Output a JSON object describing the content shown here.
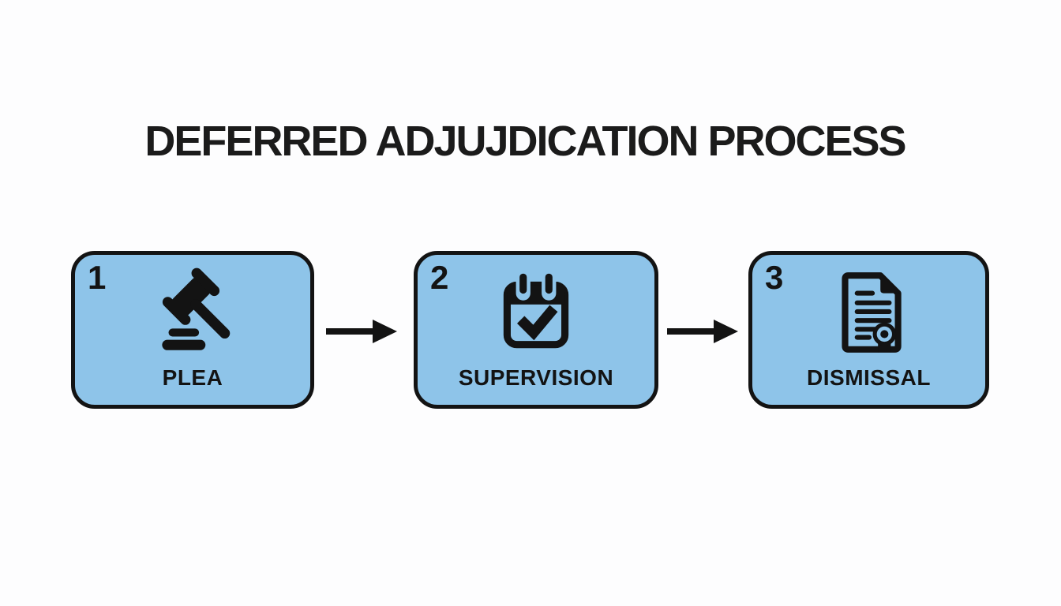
{
  "title": "DEFERRED ADJUJDICATION PROCESS",
  "colors": {
    "background": "#fdfdfe",
    "box_fill": "#8ec4e9",
    "box_border": "#131313",
    "ink": "#1b1b1b"
  },
  "steps": [
    {
      "number": "1",
      "label": "PLEA",
      "icon": "gavel-icon"
    },
    {
      "number": "2",
      "label": "SUPERVISION",
      "icon": "calendar-check-icon"
    },
    {
      "number": "3",
      "label": "DISMISSAL",
      "icon": "certificate-icon"
    }
  ],
  "connectors": [
    {
      "icon": "arrow-right-icon"
    },
    {
      "icon": "arrow-right-icon"
    }
  ]
}
